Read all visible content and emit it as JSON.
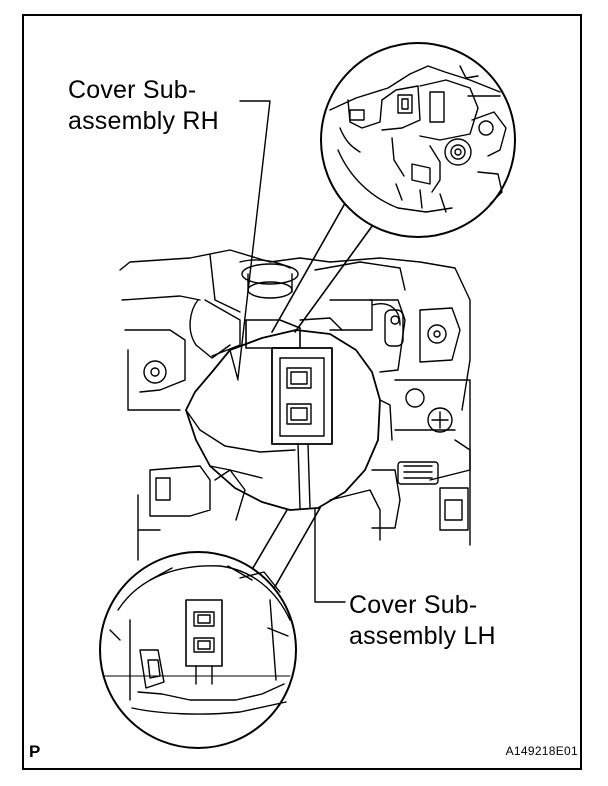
{
  "callouts": {
    "rh": {
      "line1": "Cover Sub-",
      "line2": "assembly RH"
    },
    "lh": {
      "line1": "Cover Sub-",
      "line2": "assembly LH"
    }
  },
  "corner_mark": "P",
  "figure_id": "A149218E01"
}
